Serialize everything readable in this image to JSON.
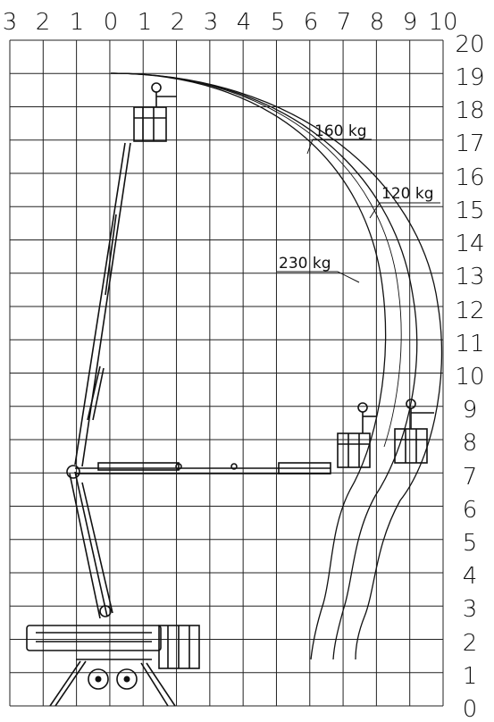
{
  "horizontal_scale": [
    "3",
    "2",
    "1",
    "0",
    "1",
    "2",
    "3",
    "4",
    "5",
    "6",
    "7",
    "8",
    "9",
    "10"
  ],
  "vertical_scale": [
    "20",
    "19",
    "18",
    "17",
    "16",
    "15",
    "14",
    "13",
    "12",
    "11",
    "10",
    "9",
    "8",
    "7",
    "6",
    "5",
    "4",
    "3",
    "2",
    "1",
    "0"
  ],
  "load_labels": {
    "l160": "160 kg",
    "l120": "120 kg",
    "l230": "230 kg"
  }
}
